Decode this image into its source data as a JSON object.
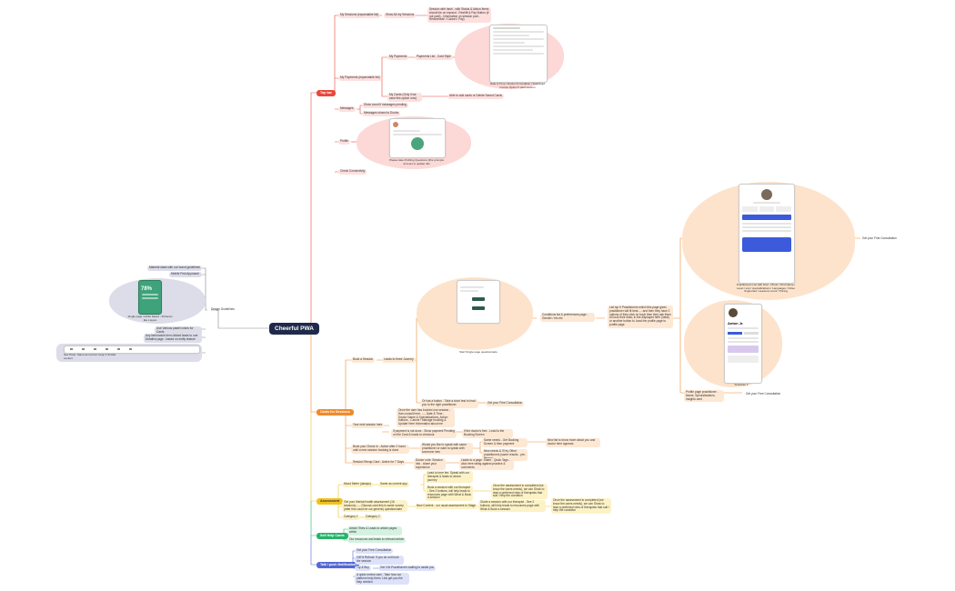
{
  "root": "Cheerful PWA",
  "design_guidelines": {
    "label": "Design Guidelines",
    "items": [
      "Material stack with our brand guidelines",
      "Mobile First Approach",
      "Single page mobile based - Pinterest like Layout",
      "Use Various pastel colors for Cards",
      "Any list/module item clicked leads to one Detailed page - based on entity feature",
      "Nav Pane: Same as top bar; keep it Similar content"
    ],
    "shot_stat": "78%"
  },
  "top_bar": {
    "label": "Top bar",
    "items": [
      {
        "label": "My Sessions (expandable list)",
        "children": [
          "Show All my Sessions",
          "Session with hash - with Status & Action Items should be on expand - Reshift & Pay Button (if not paid) - Information on session part - Reschedule / Cancel / Pay)"
        ]
      },
      {
        "label": "My Payments (expandable list)",
        "children": [
          "My Payments",
          "Payments List - Card Style",
          "Date & Time / Doctor & Condition / Download Invoice Option if paid session",
          "My Cards (Only if we save this option now)",
          "Able to add cards or Delete Saved Cards"
        ]
      },
      {
        "label": "Messages",
        "children": [
          "Show count if messages pending",
          "Messages shown to Doctor"
        ]
      },
      {
        "label": "Profile",
        "children": [
          "Please take Profiling Questions (this prompts at times to update this"
        ]
      },
      {
        "label": "Check Connectivity",
        "children": []
      }
    ]
  },
  "cards_for_sessions": {
    "label": "Cards for Sessions",
    "book": "Book a Session",
    "leads": "Leads to three Journey",
    "start_single": "Start Single page questionnaire",
    "conditions": "Conditions list & preferences page - Gender / etc etc",
    "list_practitioners": "List top 5 Practitioners which this page gives practitioner will fit best..... and then they have 2 options of they click on book then they ask them to book their slots; in the displayed here (ideal) or another button to Lead the profile page to profile page",
    "doctors_list": "Practitioners List with brief - Photo / First Name / Level / exp / specializations / Languages / Cities Supported / sessions count / Pricing",
    "get_first": "Get your First Consultation",
    "schedule_2": "Schedule 2",
    "profile_page": "Profile page practitioner - Name, Specializations, insights card",
    "get_free": "Get your Free Consultation",
    "if_no_button": "Or has a button - Take a short test to lead you to the right practitioner",
    "get_free_consult": "Get your Free Consultation",
    "your_next": "Your next session here",
    "next_desc": "Once the user has booked one session - Has consult here. ---- Date & Time - Doctor Name & Specializations, Action buttons - Cancel / Manage booking & Update Here information about me",
    "payment_desc": "If payment is not done - Show payment Pending on the Card & leads to checkout",
    "if_doctor": "If the doctor's free - Lead to the Booking Screen",
    "book_check": "Book your Check In - Active after 2 hours until a new session booking is done",
    "would_like": "Would you like to speak with same practitioner or want to speak with someone new",
    "same": "Same needs - Get Booking Screen & then payment",
    "new_needs": "New needs & I'll try Other practitioners (same results - pre-filtered",
    "new_tell": "New list to know more about you and doctor here appears",
    "session_recap": "Session Recap Card - Active for 7 Days",
    "doctor_note": "Doctor note. Session info - share your experience",
    "leads_to": "Leads to a page. Share - Quick Tags - click here rating against practice & comments"
  },
  "assessment": {
    "label": "Assessment",
    "mood": "Mood Meter (always)",
    "same_as": "Same as current app",
    "reslt": "Lead to here fee. Speak with our therapist & leads to above journey",
    "book_session": "Book a session with our therapist - See 2 buttons, will help leads to resources page with What & Book a session",
    "once": "Once the assessment is completed (we know the users needs), we can Show to lead a preferred view of therapists that suit / help the condition",
    "mental": "Get your Mental health assessment (16 sessions) ---- Discuss card this is same survey (after this could be our generic) questionnaire",
    "new_content": "New Content - our usual assessment to Stage",
    "guide": "Guide a session with our therapist - See 2 buttons, will help leads to resources page with What & Book a session",
    "once2": "Once the assessment is completed (we know the users needs), we can Show to lead a preferred view of therapists that suit / help the condition",
    "cat1": "Category 1",
    "cat2": "Category 2"
  },
  "self_help": {
    "label": "Self Help Cards",
    "items": [
      "Article Titles & Leads to article pages within",
      "Our resources and leads to relevant article"
    ]
  },
  "talk": {
    "label": "Talk / push Notification",
    "items": [
      "Get your Free Consultation",
      "100% Refund: If you do not book the session",
      "Try & Buy",
      "Get 10k Practitioners waiting to assist you",
      "A quick review card - Take how our platform help them. Link get you the help needed"
    ]
  },
  "colors": {
    "root": "#1f2a4a",
    "top_bar": "#e8473c",
    "cards": "#f08a2c",
    "assessment": "#f2c21b",
    "self_help": "#29b36a",
    "talk": "#5468d6"
  }
}
